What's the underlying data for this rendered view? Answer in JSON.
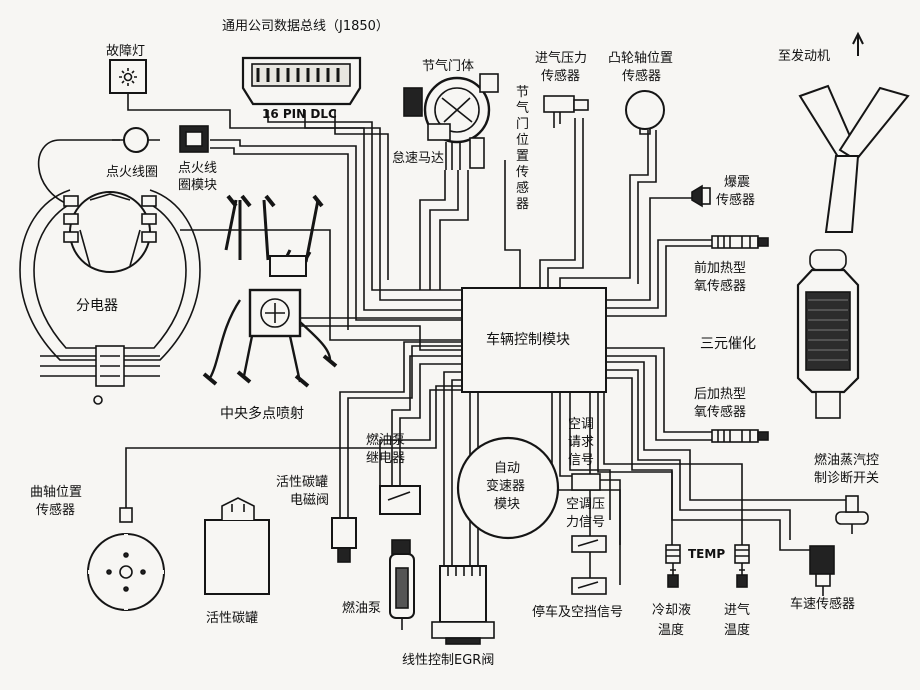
{
  "labels": {
    "bus": "通用公司数据总线（J1850）",
    "dlc": "16 PIN DLC",
    "fault_lamp": "故障灯",
    "ignition_coil": "点火线圈",
    "ignition_module_1": "点火线",
    "ignition_module_2": "圈模块",
    "distributor": "分电器",
    "central_injection": "中央多点喷射",
    "throttle_body": "节气门体",
    "idle_motor": "怠速马达",
    "tps": "节气门位置传感器",
    "map_1": "进气压力",
    "map_2": "传感器",
    "cam_1": "凸轮轴位置",
    "cam_2": "传感器",
    "engine_dir": "至发动机",
    "knock_1": "爆震",
    "knock_2": "传感器",
    "front_o2_1": "前加热型",
    "front_o2_2": "氧传感器",
    "catalyst": "三元催化",
    "rear_o2_1": "后加热型",
    "rear_o2_2": "氧传感器",
    "evap_1": "燃油蒸汽控",
    "evap_2": "制诊断开关",
    "vss": "车速传感器",
    "ecm": "车辆控制模块",
    "trans_1": "自动",
    "trans_2": "变速器",
    "trans_3": "模块",
    "ac_req_1": "空调",
    "ac_req_2": "请求",
    "ac_req_3": "信号",
    "ac_press_1": "空调压",
    "ac_press_2": "力信号",
    "park_neutral": "停车及空挡信号",
    "coolant_1": "冷却液",
    "coolant_2": "温度",
    "temp": "TEMP",
    "intake_1": "进气",
    "intake_2": "温度",
    "egr": "线性控制EGR阀",
    "fuel_pump": "燃油泵",
    "fuel_relay_1": "燃油泵",
    "fuel_relay_2": "继电器",
    "canister_sol_1": "活性碳罐",
    "canister_sol_2": "电磁阀",
    "canister": "活性碳罐",
    "crank_1": "曲轴位置",
    "crank_2": "传感器"
  },
  "colors": {
    "line": "#151515",
    "bg": "#f7f6f3"
  }
}
